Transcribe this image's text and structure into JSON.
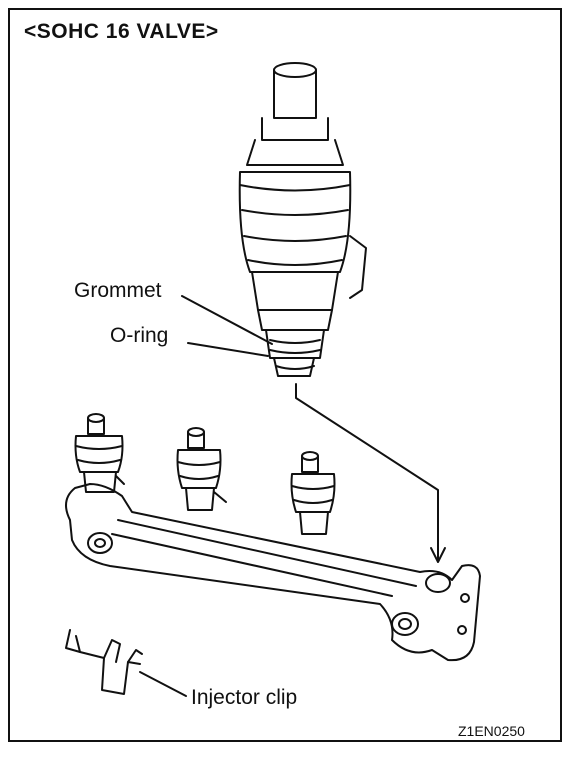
{
  "title": "<SOHC 16 VALVE>",
  "labels": {
    "grommet": "Grommet",
    "o_ring": "O-ring",
    "injector_clip": "Injector clip"
  },
  "figure_code": "Z1EN0250"
}
